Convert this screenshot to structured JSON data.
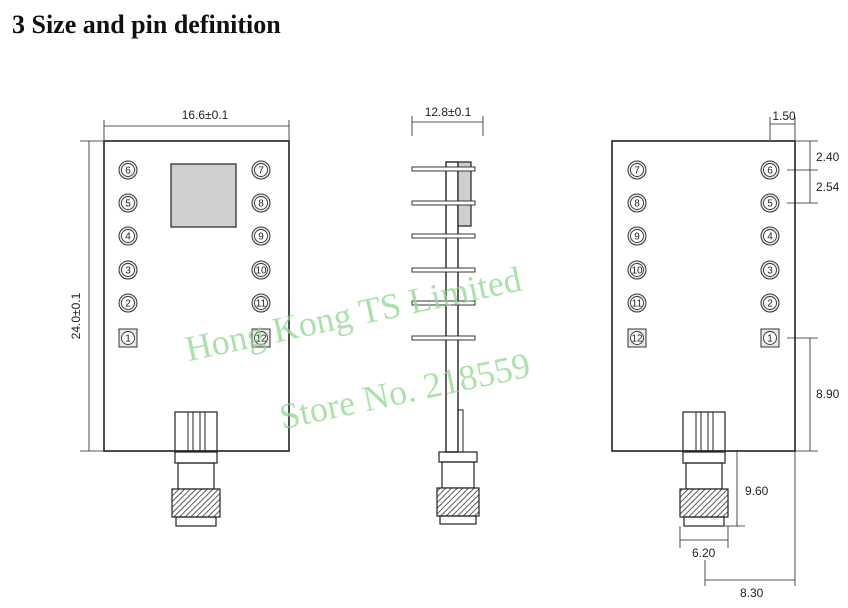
{
  "title": "3 Size and pin definition",
  "dimensions": {
    "width": "16.6±0.1",
    "thickness": "12.8±0.1",
    "height": "24.0±0.1",
    "edge_offset": "1.50",
    "pin_offset": "2.40",
    "pin_pitch": "2.54",
    "pin_to_bottom": "8.90",
    "sma_length": "9.60",
    "sma_width": "6.20",
    "sma_offset": "8.30"
  },
  "front_pins": {
    "left": [
      "6",
      "5",
      "4",
      "3",
      "2",
      "1"
    ],
    "right": [
      "7",
      "8",
      "9",
      "10",
      "11",
      "12"
    ]
  },
  "back_pins": {
    "left": [
      "7",
      "8",
      "9",
      "10",
      "11",
      "12"
    ],
    "right": [
      "6",
      "5",
      "4",
      "3",
      "2",
      "1"
    ]
  },
  "watermark": {
    "line1": "Hong Kong TS Limited",
    "line2": "Store No. 218559"
  }
}
